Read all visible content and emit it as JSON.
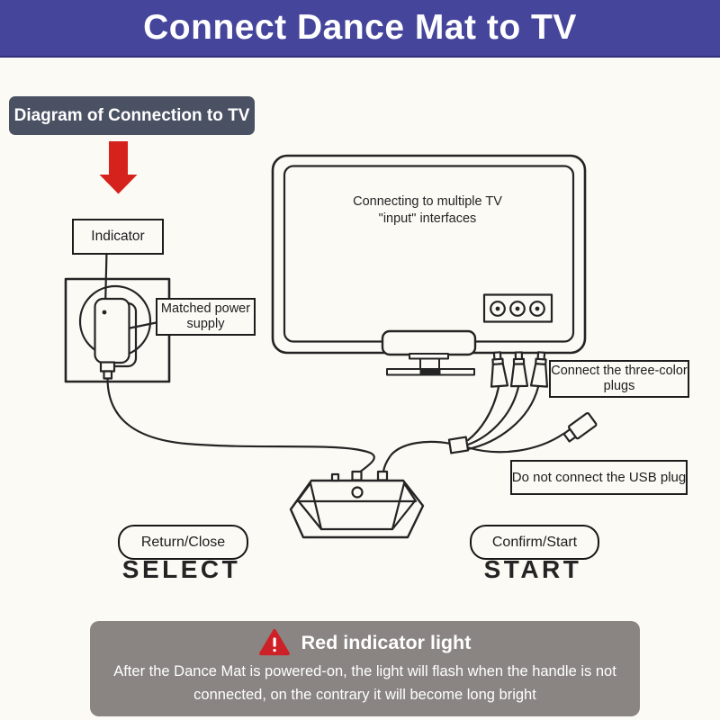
{
  "header": {
    "title": "Connect Dance Mat to TV"
  },
  "section_label": "Diagram of Connection to TV",
  "tv": {
    "note_line1": "Connecting to multiple TV",
    "note_line2": "\"input\" interfaces"
  },
  "callouts": {
    "indicator": "Indicator",
    "matched_power_supply": "Matched power supply",
    "three_color_plugs": "Connect the three-color plugs",
    "usb_plug": "Do not connect the USB plug"
  },
  "controls": {
    "return_close": "Return/Close",
    "select": "SELECT",
    "confirm_start": "Confirm/Start",
    "start": "START"
  },
  "warning": {
    "title": "Red indicator light",
    "body_line1": "After the Dance Mat is powered-on, the light will flash when the handle is not",
    "body_line2": "connected, on the contrary it will become long bright"
  },
  "icons": {
    "down_arrow": "down-arrow-icon",
    "alert_triangle": "alert-triangle-icon"
  },
  "colors": {
    "banner_bg": "#44459b",
    "label_bg": "#4a5163",
    "arrow_red": "#d5221d",
    "warning_bg": "#8a8583",
    "warning_icon_red": "#cd2127",
    "ink": "#222222",
    "paper": "#fbfaf5"
  }
}
